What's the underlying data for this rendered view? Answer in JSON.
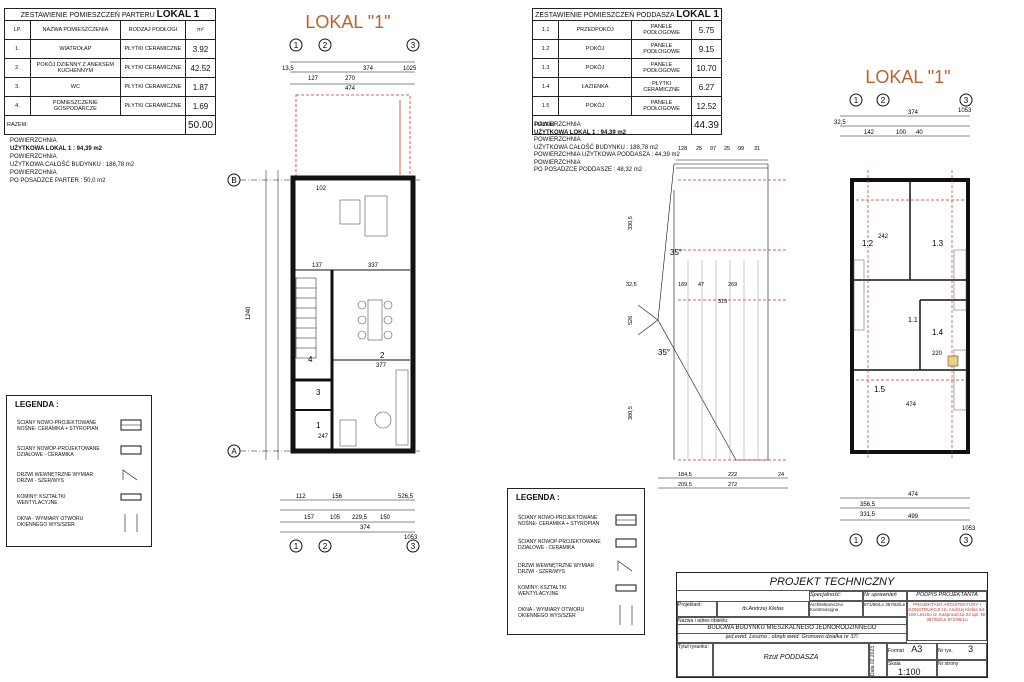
{
  "table_ground": {
    "title": "ZESTAWIENIE POMIESZCZEŃ PARTERU",
    "title_bold": "LOKAL 1",
    "headers": [
      "LP.",
      "NAZWA POMIESZCZENIA",
      "RODZAJ PODŁOGI",
      "m²"
    ],
    "rows": [
      [
        "1.",
        "WIATROŁAP",
        "PŁYTKI CERAMICZNE",
        "3.92"
      ],
      [
        "2.",
        "POKÓJ DZIENNY Z ANEKSEM KUCHENNYM",
        "PŁYTKI CERAMICZNE",
        "42.52"
      ],
      [
        "3.",
        "WC",
        "PŁYTKI CERAMICZNE",
        "1.87"
      ],
      [
        "4.",
        "POMIESZCZENIE GOSPODARCZE",
        "PŁYTKI CERAMICZNE",
        "1.69"
      ]
    ],
    "total_label": "RAZEM:",
    "total_value": "50.00"
  },
  "area_ground": {
    "l1": "POWIERZCHNIA",
    "l2": "UŻYTKOWA LOKAL 1 : 94,39 m2",
    "l3": "POWIERZCHNIA",
    "l4": "UŻYTKOWA CAŁOŚĆ BUDYNKU : 188,78 m2",
    "l5": "POWIERZCHNIA",
    "l6": "PO POSADZCE PARTER : 50,0 m2"
  },
  "table_attic": {
    "title": "ZESTAWIENIE POMIESZCZEŃ PODDASZA",
    "title_bold": "LOKAL 1",
    "rows": [
      [
        "1.1",
        "PRZEDPOKÓJ",
        "PANELE PODŁOGOWE",
        "5.75"
      ],
      [
        "1.2",
        "POKÓJ",
        "PANELE PODŁOGOWE",
        "9.15"
      ],
      [
        "1.3",
        "POKÓJ",
        "PANELE PODŁOGOWE",
        "10.70"
      ],
      [
        "1.4",
        "ŁAZIENKA",
        "PŁYTKI CERAMICZNE",
        "6.27"
      ],
      [
        "1.5",
        "POKÓJ",
        "PANELE PODŁOGOWE",
        "12.52"
      ]
    ],
    "total_label": "RAZEM:",
    "total_value": "44.39"
  },
  "area_attic": {
    "l1": "POWIERZCHNIA",
    "l2": "UŻYTKOWA LOKAL 1 : 94,39 m2",
    "l3": "POWIERZCHNIA",
    "l4": "UŻYTKOWA CAŁOŚĆ BUDYNKU : 188,78 m2",
    "l5": "POWIERZCHNIA UŻYTKOWA PODDASZA : 44,39 m2",
    "l6": "POWIERZCHNIA",
    "l7": "PO POSADZCE PODDASZE : 48,32 m2"
  },
  "plan_ground": {
    "title": "LOKAL \"1\"",
    "axes_top": [
      "1",
      "2",
      "3"
    ],
    "axes_side": [
      "B",
      "A"
    ],
    "dims_top": [
      "13,5",
      "127",
      "270",
      "1025",
      "474",
      "374"
    ],
    "dims_bottom": [
      "112",
      "156",
      "526,5",
      "157",
      "105",
      "229,5",
      "150",
      "374",
      "1053"
    ],
    "rooms": [
      "2",
      "4",
      "3",
      "1"
    ],
    "labels": [
      "137",
      "337",
      "102",
      "377",
      "247",
      "1240"
    ]
  },
  "plan_attic": {
    "title": "LOKAL \"1\"",
    "axes_top": [
      "1",
      "2",
      "3"
    ],
    "dims_top": [
      "374",
      "142",
      "100",
      "40",
      "1053",
      "32,5"
    ],
    "dims_bottom": [
      "474",
      "356,5",
      "331,5",
      "499",
      "1053"
    ],
    "rooms": [
      "1.1",
      "1.2",
      "1.3",
      "1.4",
      "1.5"
    ],
    "labels": [
      "242",
      "220",
      "474"
    ]
  },
  "section": {
    "angles": [
      "35°",
      "35°"
    ],
    "dims_top": [
      "128",
      "25",
      "97",
      "25",
      "99",
      "31"
    ],
    "dims_mid": [
      "32,5",
      "189",
      "47",
      "269",
      "319"
    ],
    "dims_bottom": [
      "184,5",
      "209,5",
      "222",
      "272",
      "24"
    ],
    "side_dims": [
      "330,5",
      "526",
      "380,5"
    ]
  },
  "legend_1": {
    "title": "LEGENDA :",
    "items": [
      "ŚCIANY NOWO-PROJEKTOWANE NOŚNE- CERAMIKA + STYROPIAN",
      "ŚCIANY NOWOP-PROJEKTOWANE DZIAŁOWE - CERAMIKA",
      "DRZWI WEWNĘTRZNE WYMIAR DRZWI - SZER/WYS",
      "KOMINY: KSZTAŁTKI WENTYLACYJNE",
      "OKNA - WYMIARY OTWORU OKIENNEGO WYS/SZER"
    ]
  },
  "legend_2": {
    "title": "LEGENDA :",
    "items": [
      "ŚCIANY NOWO-PROJEKTOWANE NOŚNE- CERAMIKA + STYROPIAN",
      "ŚCIANY NOWOP-PROJEKTOWANE DZIAŁOWE - CERAMIKA",
      "DRZWI WEWNĘTRZNE WYMIAR DRZWI - SZER/WYS",
      "KOMINY: KSZTAŁTKI WENTYLACYJNE",
      "OKNA - WYMIARY OTWORU OKIENNEGO WYS/SZER"
    ]
  },
  "title_block": {
    "project": "PROJEKT TECHNICZNY",
    "col_spec": "Specjalność:",
    "col_nr": "Nr uprawnień",
    "col_sign": "PODPIS PROJEKTANTA",
    "role": "Projektant:",
    "name": "tb.Andrzej Klefas",
    "spec": "Architektoniczno Konstrukcyjna",
    "nr": "871/86/Lo 357/82/Le",
    "stamp": "PROJEKTANT ARCHITEKTURY I KONSTRUKCJI  t.b. Andrzej Klefas  64-100 Leszno ul. Kasprowicza 24  upr. Nr 357/82/Le 871/86/Lo",
    "address_label": "Nazwa i adres obiektu:",
    "address_1": "BUDOWA BUDYNKU MIESZKALNEGO JEDNORODZINNEGO",
    "address_2": "jed.ewid. Leszno , obręb ewid. Gronowo  działka  nr 37/",
    "sheet_label": "Tytuł rysunku:",
    "sheet_title": "Rzut  PODDASZA",
    "date_label": "Data",
    "date_value": "02.2023",
    "format_label": "Format",
    "format_value": "A3",
    "scale_label": "Skala",
    "scale_value": "1:100",
    "nr_rys_label": "Nr rys.",
    "nr_rys_value": "3",
    "nr_str_label": "Nr strony"
  },
  "colors": {
    "red": "#c0392b",
    "line": "#111111"
  }
}
